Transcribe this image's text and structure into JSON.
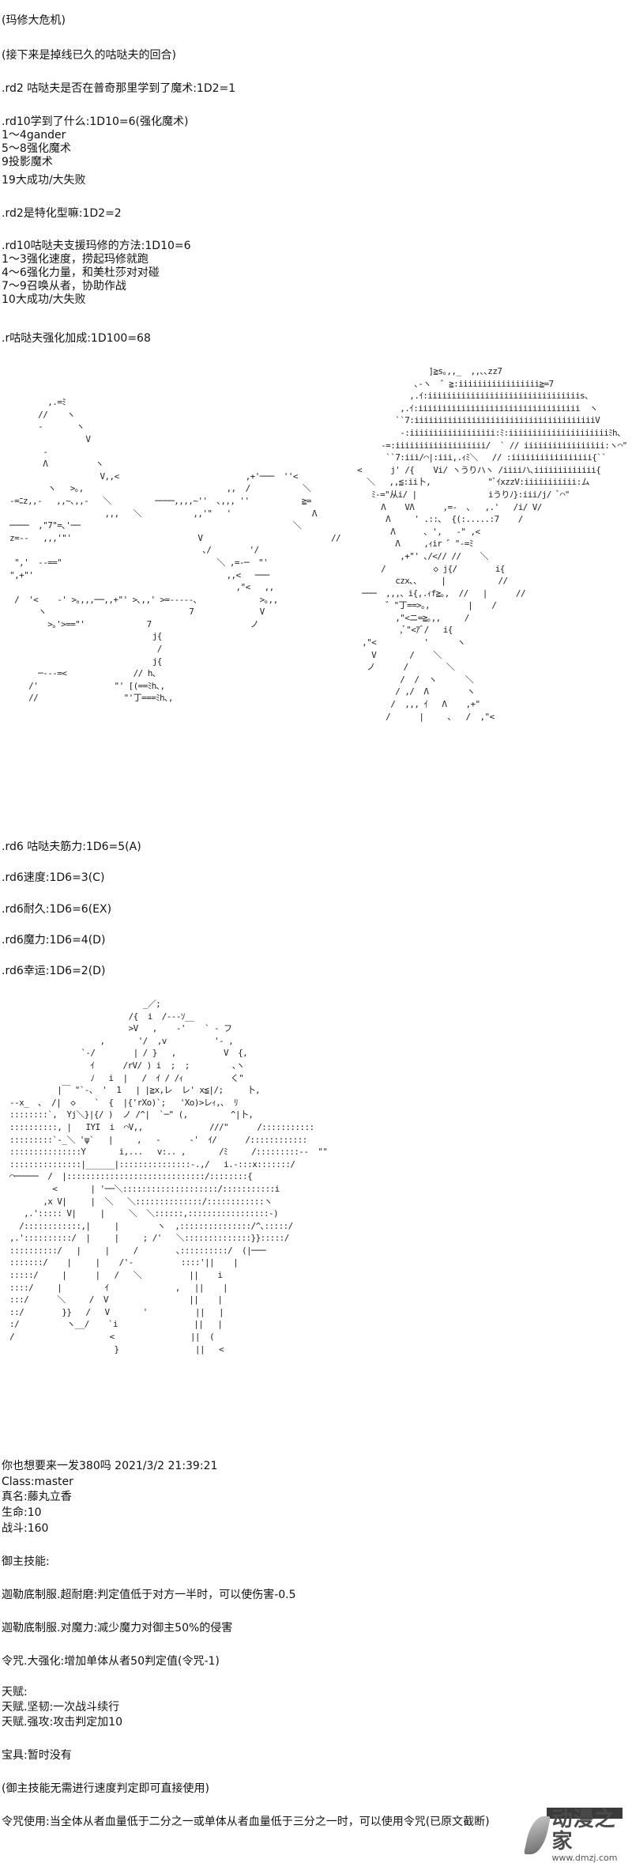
{
  "intro": {
    "lines": [
      "(玛修大危机)",
      "(接下来是掉线已久的咕哒夫的回合)",
      ".rd2 咕哒夫是否在普奇那里学到了魔术:1D2=1",
      ".rd10学到了什么:1D10=6(强化魔术)",
      "1～4gander",
      "5～8强化魔术",
      "9投影魔术",
      "19大成功/大失败",
      ".rd2是特化型嘛:1D2=2",
      ".rd10咕哒夫支援玛修的方法:1D10=6",
      "1～3强化速度，捞起玛修就跑",
      "4～6强化力量，和美杜莎对对碰",
      "7～9召唤从者，协助作战",
      "10大成功/大失败",
      ".r咕哒夫强化加成:1D100=68"
    ]
  },
  "art1": {
    "left": "\n\n          ,.=ﾐ\n        //    ヽ\n        -       ヽ\n                  V\n         ‐\n         Λ          ヽ\n                     V,,<\n          ヽ   >｡,\n  -=ﾆz,,-   ,,~､,,‐   ＼\n                      ,,,   ＼\n  ────  ,\"7\"=､'──\n  z=--   ,,,'\"'\n\n   \",'  --==\"\n  \",+\"'\n\n   /  '<    ‐' >｡,,,──,,+\"' >､,,' >=-----､\n        ヽ                              7\n          >｡'>==\"'             7\n                                j{\n                                 /\n                                j{\n        ─---=<              // h､\n      /'                \"' [(==ﾐh､,\n      //                  \"'丁===ﾐh､,",
    "middle": "\n\n\n\n\n\n\n\n                         ,+'───  ''<\n                     ,,  /           ＼\n      ────,,,,~''  ､,,, ''           ≧=\n              ,,'\"   '                 Λ\n                                   ＼\n               V                           //\n                ､/        '/\n                   ＼ ,=-─  \"'\n                     ,,<   ───\n                       ,\"<   ,,\n                            >｡,,\n                            V\n                          ノ",
    "right": "                 ]≧s｡,,_  ,,､､zz7\n              ､‐ヽ  ゛≧:iiiiiiiiiiiiiiiii≧=7\n             ,.ｲ:iiiiiiiiiiiiiiiiiiiiiiiiiiiiiiiis、\n           ,.ｲ:iiiiiiiiiiiiiiiiiiiiiiiiiiiiiiiiii  ヽ\n          ``7:iiiiiiiiiiiiiiiiiiiiiiiiiiiiiiiiiiiiiiV\n           ‐:iiiiiiiiiiiiiiiiii:ﾐ:iiiiiiiiiiiiiiiiiiiiiﾐh、\n       -=:iiiiiiiiiiiiiiiiiii/  ` // iiiiiiiiiiiiiiiii:ヽ⌒\"\n        ``7:iii/⌒|:iii,.ｨﾐ＼   // :iiiiiiiiiiiiiiiii{``\n  <      j' /{    Vi/ ヽうりハヽ /iiiiハ､iiiiiiiiiiiii{\n    ＼   ,,≦:ii卜,            \"ﾞｲxzzV:iiiiiiiiiii:ム\n     ﾐ-=\"从i/ |               iうりﾉ}:iii/j/ ﾞ⌒\"\n       Λ    VΛ      ,=-  ､   ,.'   /i/ V/\n        Λ     ' .::､  {(:.....:7    /\n         Λ      ､ ',   ‐\" ,<\n          Λ     ,ｨir ゛\"-=ﾐ\n           ,+\"' ､/<// //    ＼\n       /          ◇ j{/        i{\n          czx､､     |           //\n   ───  ,,,、i{,.ｨf≧｡,  //   |      //\n        ゛\"丁==>｡,        |    /\n          ,\"<ニ=≧｡,,     /\n           ,ﾞ\"<ｱﾞ/   i{\n   ,\"<          '      ヽ\n     V       /    ＼\n    ノ      /        ＼\n           /  /  ヽ      ＼\n          / ,/  Λ        ヽ\n         /  ,,, ｲ   Λ    ,+\"\n        /      |     ､   /  ,\"<"
  },
  "stats": [
    ".rd6 咕哒夫筋力:1D6=5(A)",
    ".rd6速度:1D6=3(C)",
    ".rd6耐久:1D6=6(EX)",
    ".rd6魔力:1D6=4(D)",
    ".rd6幸运:1D6=2(D)"
  ],
  "art2": {
    "text": "                              _／;\n                           /{  i  /---ｿ__\n                           >V   ,    -'    ` - フ\n                     ,       '/  ,v          '- ,\n                 `-/        | / }   ,          V  {,\n                   ｲ      /rV/ ) i  ;  ;         ､ヽ\n                   ﾉ   i  |   /  ｲ / /ｨ          く\"\n            |￣ \"`-、 '  1   | |≧x,レ  レ' x≦|/;     卜,\n  --x_  ､  /|  ◇    `  {  |{'rXo)`;   'Xo)>レｨ,､  ﾘ\n  ::::::::`,  Yj＼}|{/ )  ノ /^|  `─\" (,         ^|卜,\n  ::::::::::, |   IYI  i  ⌒V,,              ///\"      /:::::::::::\n  :::::::::`-_＼ 'ψ`   |     ,   -      -'  ｲ/      /::::::::::::\n  :::::::::::::::Y       i,...   v:.. ,       /ﾐ     /:::::::::--  \"\"\n  :::::::::::::::|______|:::::::::::::::-.,/   i.-:::x:::::::/\n  ⌒─────  /  |:::::::::::::::::::::::::::::/::::::::{\n           <       | '──＼::::::::::::::::::::/:::::::::::i\n         ,x V|     |  ＼   ＼::::::::::::::/::::::::::::ヽ\n     ,.'::::: V|     |     ＼  ＼::::::,:::::::::::::::::-)\n    /::::::::::::,|     |        ヽ  ,:::::::::::::::/^､:::::/\n  ,.'::::::::::/  |     |     ; /'   ＼::::::::::::::}}:::::/\n  ::::::::::/   |     |     /        ､::::::::::/  (|───\n  :::::::/    |     |    /'-          ::::'||    |\n  :::::/     |      |   /   ＼          ||    i\n  ::::/     |         ｲ              ,   ||    |\n  :::/      ＼     /  V                 ||    |\n  ::/        }}   /   V       '          ||   |\n  :/          ヽ__/    `i                ||   |\n  /                    <                ||  (\n                        }                ||   <"
  },
  "profile": {
    "header": "你也想要来一发380吗 2021/3/2 21:39:21",
    "class": "Class:master",
    "true_name": "真名:藤丸立香",
    "hp": "生命:10",
    "combat": "战斗:160",
    "skills_title": "御主技能:",
    "skills": [
      "迦勒底制服.超耐磨:判定值低于对方一半时，可以使伤害-0.5",
      "迦勒底制服.对魔力:减少魔力对御主50%的侵害",
      "令咒.大强化:增加单体从者50判定值(令咒-1)"
    ],
    "talent_title": "天赋:",
    "talents": [
      "天赋.坚韧:一次战斗续行",
      "天赋.强攻:攻击判定加10"
    ],
    "noble_phantasm": "宝具:暂时没有",
    "note": "(御主技能无需进行速度判定即可直接使用)",
    "command_seal_usage": "令咒使用:当全体从者血量低于二分之一或单体从者血量低于三分之一时，可以使用令咒(已原文截断)"
  },
  "watermark": {
    "name": "动漫之家",
    "url": "www.dmzj.com"
  }
}
